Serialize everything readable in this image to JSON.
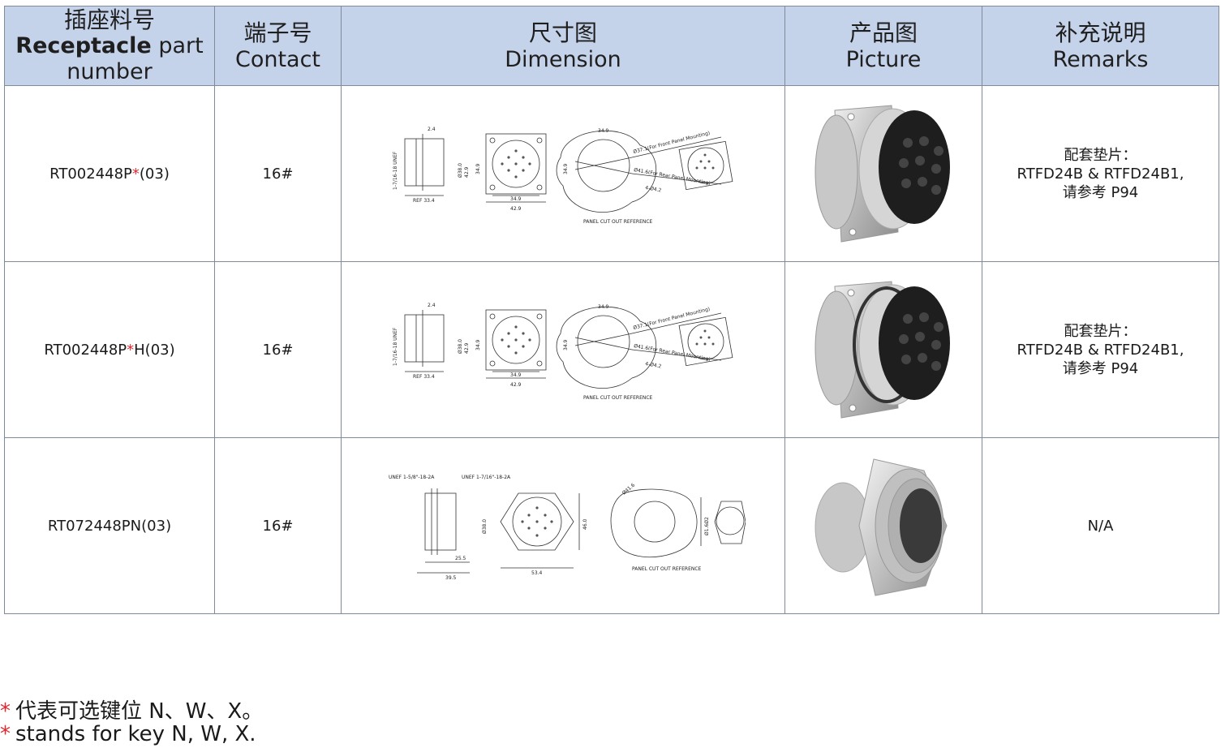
{
  "header": {
    "part_zh": "插座料号",
    "part_en_bold": "Receptacle",
    "part_en_rest": " part",
    "part_en_line2": "number",
    "contact_zh": "端子号",
    "contact_en": "Contact",
    "dimension_zh": "尺寸图",
    "dimension_en": "Dimension",
    "picture_zh": "产品图",
    "picture_en": "Picture",
    "remarks_zh": "补充说明",
    "remarks_en": "Remarks"
  },
  "rows": [
    {
      "part_prefix": "RT002448P",
      "part_star": "*",
      "part_suffix": "(03)",
      "contact": "16#",
      "remarks": [
        "配套垫片：",
        "RTFD24B & RTFD24B1,",
        "请参考 P94"
      ],
      "drawing": {
        "dim_top": "2.4",
        "dim_side": "1-7/16-18 UNEF",
        "dim_dia1": "Ø38.0",
        "dim_dia2": "42.9",
        "dim_h": "34.9",
        "ref": "REF 33.4",
        "sq_inner": "34.9",
        "sq_outer": "42.9",
        "cut_w": "34.9",
        "cut_h": "34.9",
        "note_front": "Ø37.1(For Front Panel Mounting)",
        "note_rear": "Ø41.6(For Rear Panel Mounting)",
        "note_holes": "4-Ø4.2",
        "panel_ref": "PANEL CUT OUT REFERENCE"
      }
    },
    {
      "part_prefix": "RT002448P",
      "part_star": "*",
      "part_suffix": "H(03)",
      "contact": "16#",
      "remarks": [
        "配套垫片：",
        "RTFD24B & RTFD24B1,",
        "请参考 P94"
      ],
      "drawing": {
        "dim_top": "2.4",
        "dim_side": "1-7/16-18 UNEF",
        "dim_dia1": "Ø38.0",
        "dim_dia2": "42.9",
        "dim_h": "34.9",
        "ref": "REF 33.4",
        "sq_inner": "34.9",
        "sq_outer": "42.9",
        "cut_w": "34.9",
        "cut_h": "34.9",
        "note_front": "Ø37.1(For Front Panel Mounting)",
        "note_rear": "Ø41.6(For Rear Panel Mounting)",
        "note_holes": "4-Ø4.2",
        "panel_ref": "PANEL CUT OUT REFERENCE"
      }
    },
    {
      "part_prefix": "RT072448PN",
      "part_star": "",
      "part_suffix": "(03)",
      "contact": "16#",
      "remarks": [
        "N/A"
      ],
      "drawing": {
        "thread1": "UNEF 1-5/8\"-18-2A",
        "thread2": "UNEF 1-7/16\"-18-2A",
        "dia": "Ø38.0",
        "len1": "25.5",
        "len2": "39.5",
        "hex_h": "46.0",
        "hex_w": "53.4",
        "cut_dia": "Ø41.6",
        "cut_h": "Ø1.6Ø2",
        "panel_ref": "PANEL CUT OUT REFERENCE"
      }
    }
  ],
  "footnote": {
    "star": "*",
    "line1": "代表可选键位 N、W、X。",
    "line2": "stands for key N, W, X."
  }
}
